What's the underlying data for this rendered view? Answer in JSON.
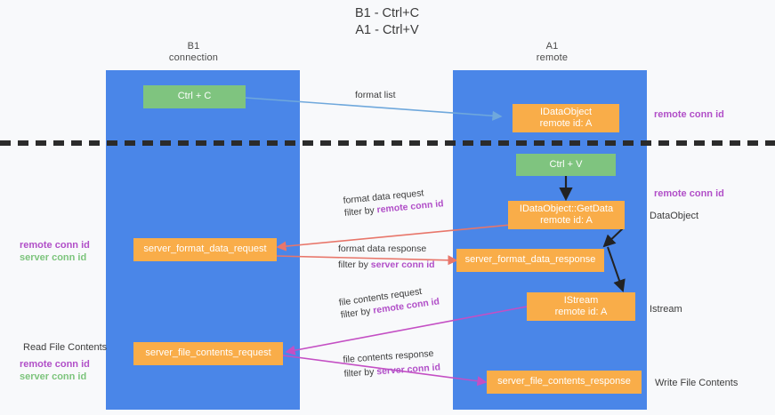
{
  "title": {
    "line1": "B1 - Ctrl+C",
    "line2": "A1 - Ctrl+V"
  },
  "lanes": [
    {
      "id": "b1",
      "title_line1": "B1",
      "title_line2": "connection",
      "color": "#4a86e8"
    },
    {
      "id": "a1",
      "title_line1": "A1",
      "title_line2": "remote",
      "color": "#4a86e8"
    }
  ],
  "nodes": {
    "ctrl_c": {
      "label": "Ctrl + C",
      "sub": "",
      "color": "#7fc47f"
    },
    "ctrl_v": {
      "label": "Ctrl + V",
      "sub": "",
      "color": "#7fc47f"
    },
    "idataobject": {
      "label": "IDataObject",
      "sub": "remote id: A",
      "color": "#f9ad49"
    },
    "getdata": {
      "label": "IDataObject::GetData",
      "sub": "remote id: A",
      "color": "#f9ad49"
    },
    "istream": {
      "label": "IStream",
      "sub": "remote id: A",
      "color": "#f9ad49"
    },
    "server_format_data_request": {
      "label": "server_format_data_request",
      "sub": "",
      "color": "#f9ad49"
    },
    "server_format_data_response": {
      "label": "server_format_data_response",
      "sub": "",
      "color": "#f9ad49"
    },
    "server_file_contents_request": {
      "label": "server_file_contents_request",
      "sub": "",
      "color": "#f9ad49"
    },
    "server_file_contents_response": {
      "label": "server_file_contents_response",
      "sub": "",
      "color": "#f9ad49"
    }
  },
  "edges": {
    "format_list": {
      "label": "format list",
      "filter": ""
    },
    "format_data_request": {
      "label": "format data request",
      "filter_prefix": "filter by ",
      "filter_key": "remote conn id"
    },
    "format_data_response": {
      "label": "format data response",
      "filter_prefix": "filter by ",
      "filter_key": "server conn id"
    },
    "file_contents_request": {
      "label": "file contents request",
      "filter_prefix": "filter by ",
      "filter_key": "remote conn id"
    },
    "file_contents_response": {
      "label": "file contents response",
      "filter_prefix": "filter by ",
      "filter_key": "server conn id"
    }
  },
  "side_labels": {
    "right_top_remote": "remote conn id",
    "right_mid_remote": "remote conn id",
    "left_mid_remote": "remote conn id",
    "left_mid_server": "server conn id",
    "left_bottom_remote": "remote conn id",
    "left_bottom_server": "server conn id",
    "read_file_contents": "Read File Contents",
    "data_object": "DataObject",
    "istream": "Istream",
    "write_file_contents": "Write File Contents"
  },
  "colors": {
    "lane": "#4a86e8",
    "node_orange": "#f9ad49",
    "node_green": "#7fc47f",
    "accent_purple": "#b14fc8",
    "accent_green": "#7cc47c",
    "arrow_blue": "#6fa8dc",
    "arrow_red": "#e8766a",
    "arrow_magenta": "#c44fc4",
    "arrow_black": "#222222",
    "background": "#f8f9fb"
  }
}
